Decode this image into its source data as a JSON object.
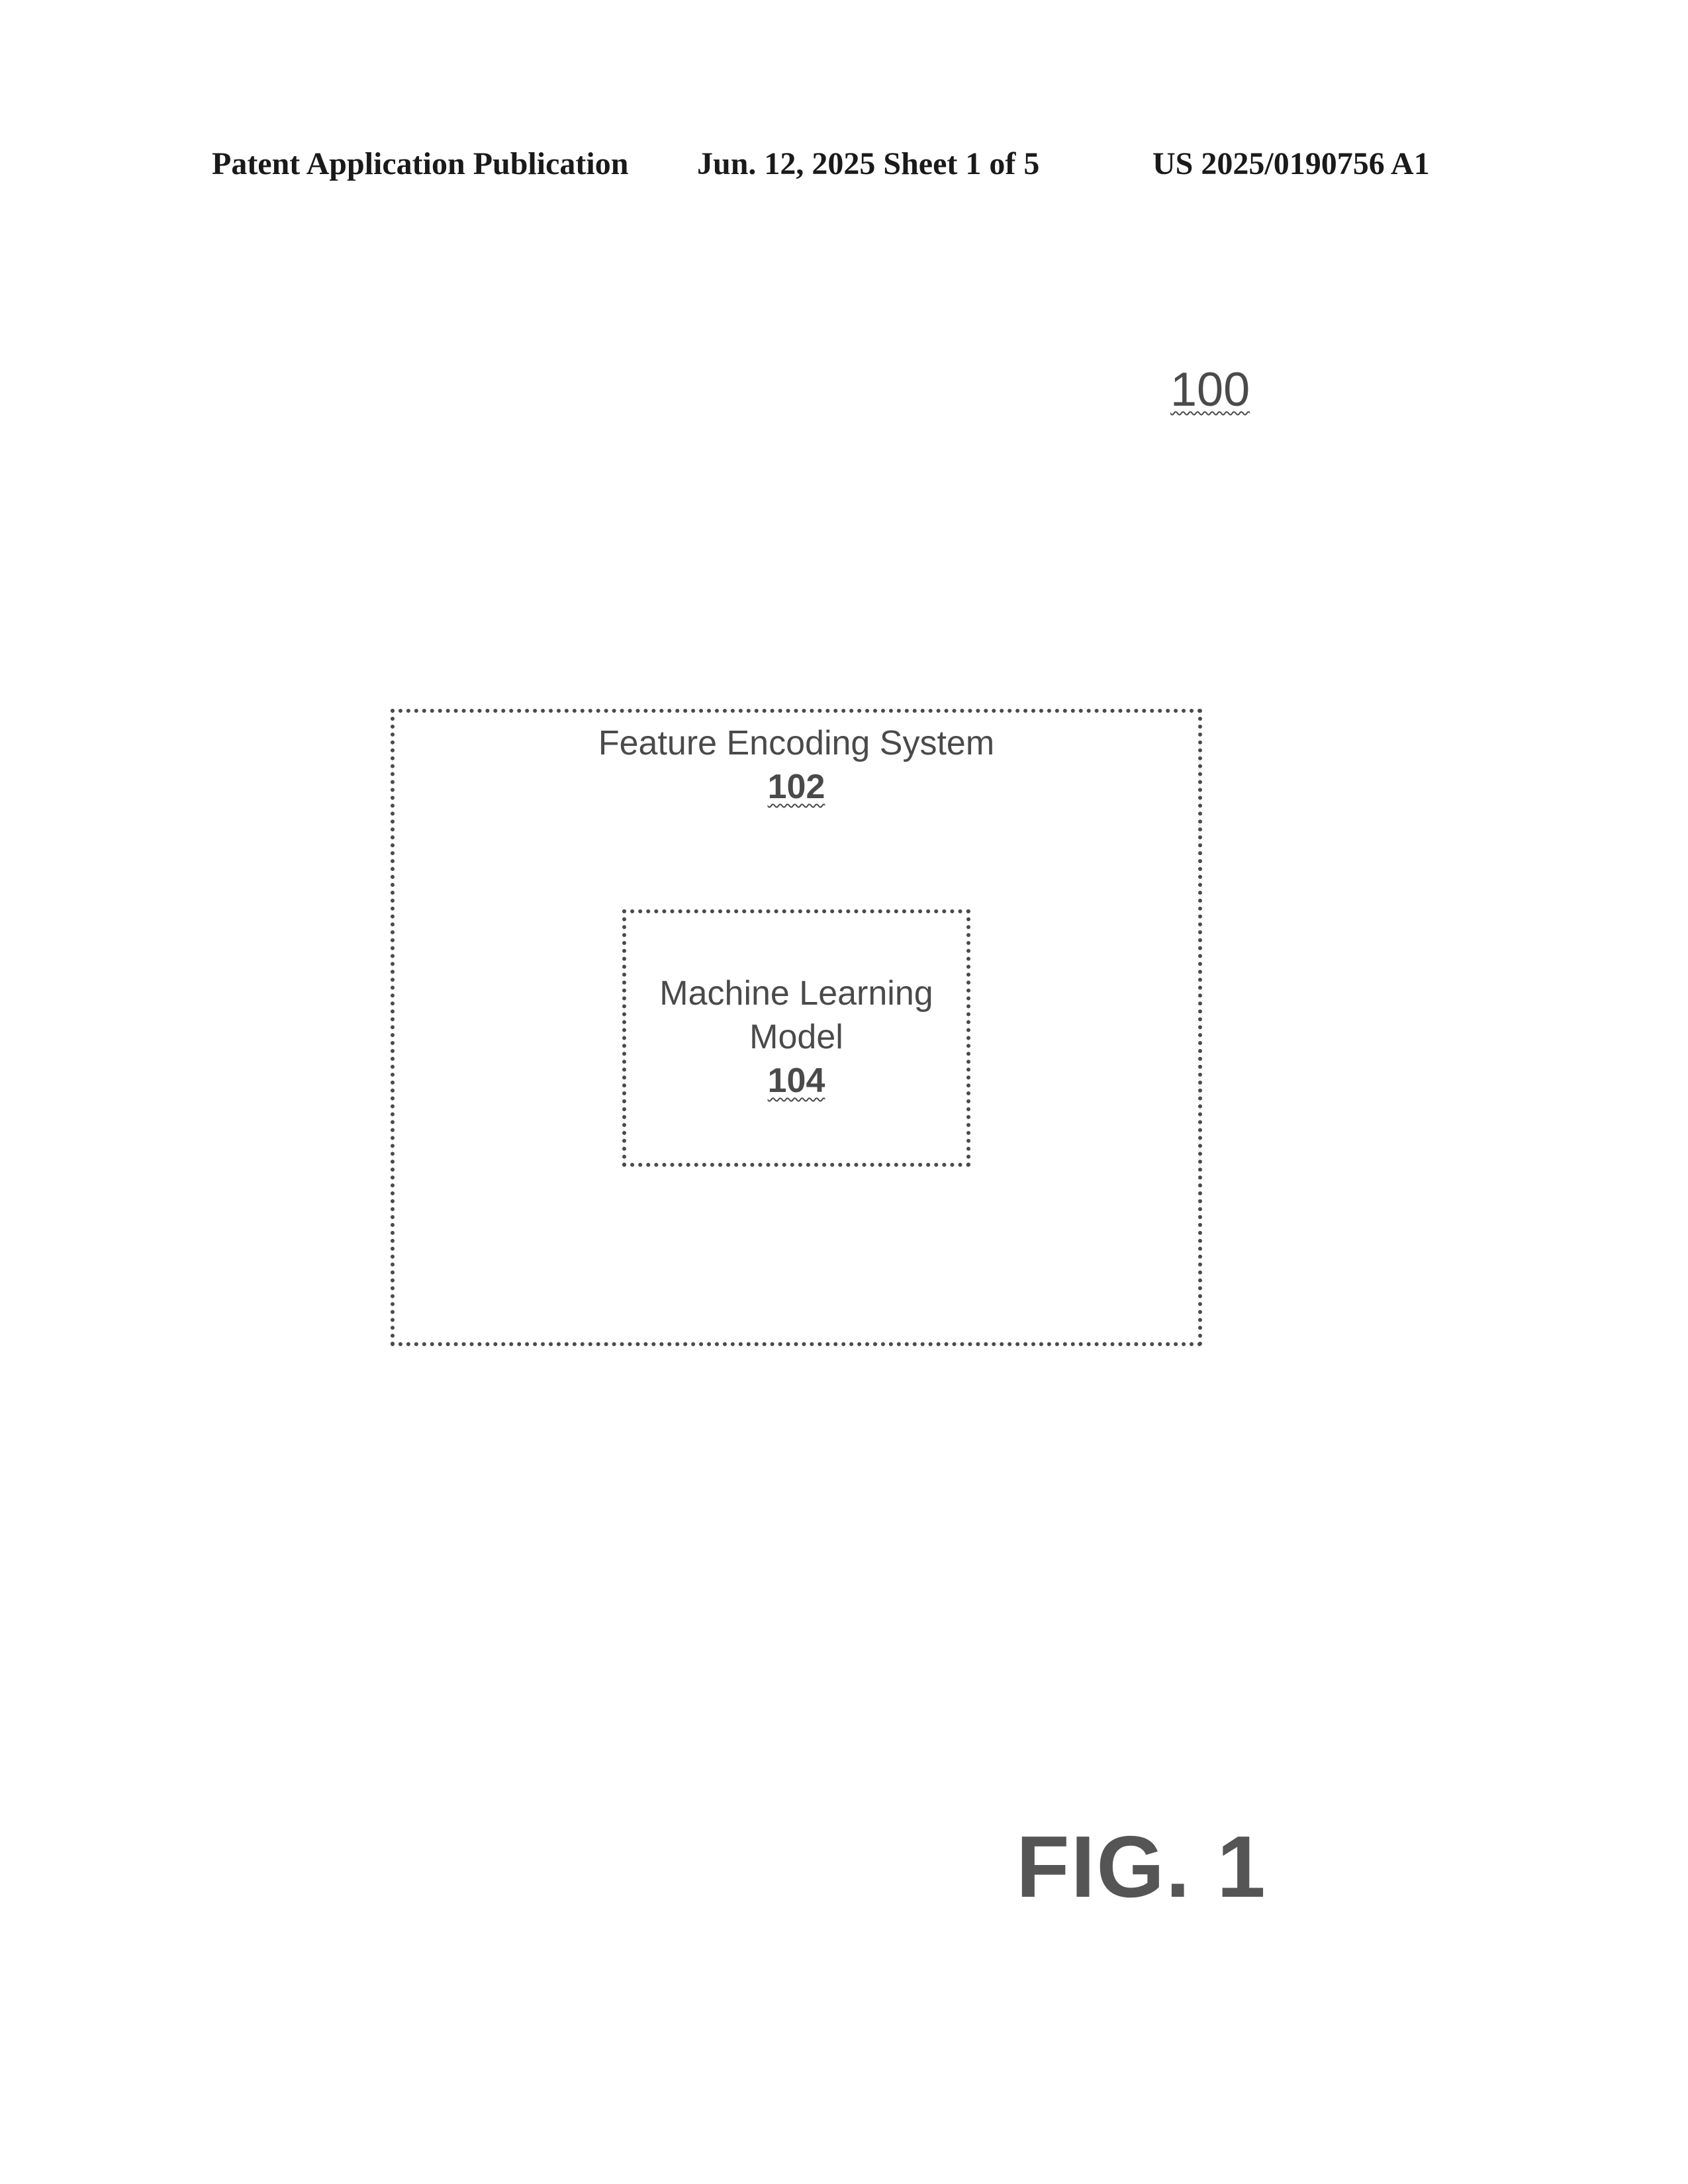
{
  "header": {
    "publication": "Patent Application Publication",
    "date_sheet": "Jun. 12, 2025  Sheet 1 of 5",
    "number": "US 2025/0190756 A1"
  },
  "figure_reference": "100",
  "outer_block": {
    "title": "Feature Encoding System",
    "ref": "102"
  },
  "inner_block": {
    "title_line1": "Machine Learning",
    "title_line2": "Model",
    "ref": "104"
  },
  "figure_label": "FIG. 1"
}
